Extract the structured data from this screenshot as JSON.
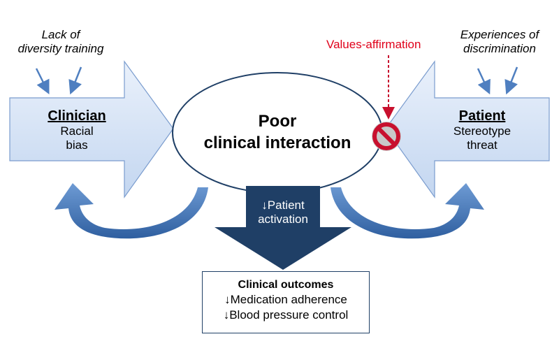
{
  "top_left": {
    "line1": "Lack of",
    "line2": "diversity training"
  },
  "top_right": {
    "line1": "Experiences of",
    "line2": "discrimination"
  },
  "intervention": {
    "label": "Values-affirmation"
  },
  "clinician": {
    "title": "Clinician",
    "line1": "Racial",
    "line2": "bias"
  },
  "patient": {
    "title": "Patient",
    "line1": "Stereotype",
    "line2": "threat"
  },
  "center": {
    "line1": "Poor",
    "line2": "clinical interaction"
  },
  "down_arrow": {
    "line1": "↓Patient",
    "line2": "activation"
  },
  "outcomes": {
    "title": "Clinical outcomes",
    "line1": "↓Medication adherence",
    "line2": "↓Blood pressure control"
  },
  "colors": {
    "arrow_fill_light": "#dde8f7",
    "arrow_border": "#6a8fc2",
    "curve_blue": "#4a7fc0",
    "down_arrow": "#1f3f66",
    "red": "#e0001a"
  }
}
